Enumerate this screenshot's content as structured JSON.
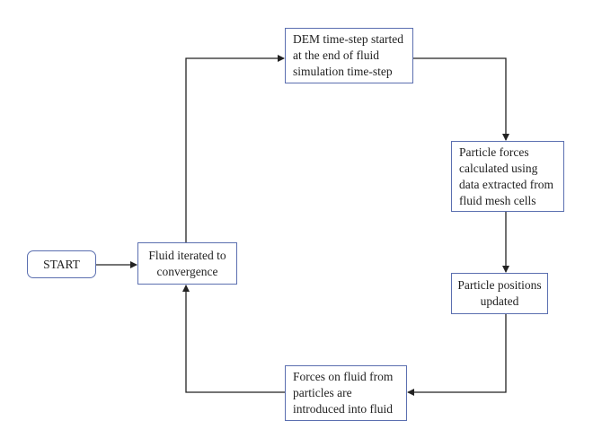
{
  "nodes": {
    "start": "START",
    "fluid": "Fluid iterated to\nconvergence",
    "dem": "DEM time-step started\nat the end of fluid\nsimulation time-step",
    "particle_forces": "Particle forces\ncalculated using\ndata extracted from\nfluid mesh cells",
    "particle_positions": "Particle positions\nupdated",
    "forces_on_fluid": "Forces on fluid from\nparticles are\nintroduced into fluid"
  },
  "colors": {
    "box_border": "#5b6fb0",
    "connector": "#222222",
    "text": "#222222"
  }
}
